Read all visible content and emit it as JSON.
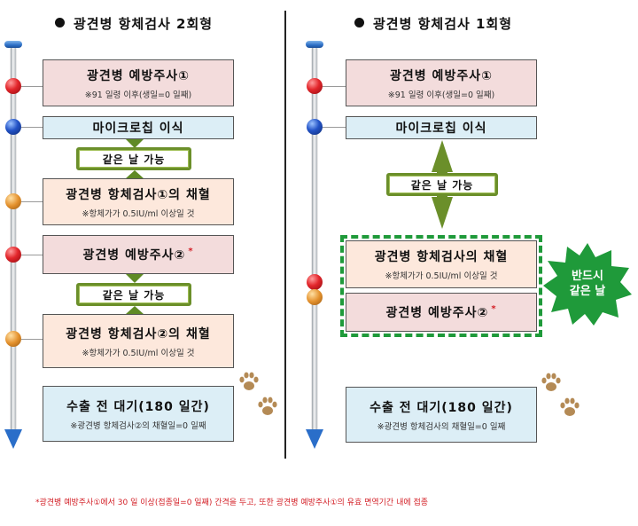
{
  "left": {
    "title": "광견병 항체검사 2회형",
    "steps": [
      {
        "title": "광견병 예방주사①",
        "sub": "※91 일령 이후(생일=0 일째)"
      },
      {
        "title": "마이크로칩 이식"
      },
      {
        "title": "광견병 항체검사①의 채혈",
        "sub": "※항체가가 0.5IU/ml 이상일 것"
      },
      {
        "title": "광견병 예방주사②",
        "star": "*"
      },
      {
        "title": "광견병 항체검사②의 채혈",
        "sub": "※항체가가 0.5IU/ml 이상일 것"
      },
      {
        "title": "수출 전 대기(180 일간)",
        "sub": "※광견병 항체검사②의 채혈일=0 일째"
      }
    ],
    "pill_1": "같은 날 가능",
    "pill_2": "같은 날 가능"
  },
  "right": {
    "title": "광견병 항체검사 1회형",
    "steps": [
      {
        "title": "광견병 예방주사①",
        "sub": "※91 일령 이후(생일=0 일째)"
      },
      {
        "title": "마이크로칩 이식"
      },
      {
        "title": "광견병 항체검사의 채혈",
        "sub": "※항체가가 0.5IU/ml 이상일 것"
      },
      {
        "title": "광견병 예방주사②",
        "star": "*"
      },
      {
        "title": "수출 전 대기(180 일간)",
        "sub": "※광견병 항체검사의 채혈일=0 일째"
      }
    ],
    "pill": "같은 날 가능",
    "badge": [
      "반드시",
      "같은 날"
    ]
  },
  "footnote": {
    "star": "*",
    "text": "광견병 예방주사①에서 30 일 이상(접종일=0 일째) 간격을 두고, 또한 광견병 예방주사①의 유효 면역기간 내에 접종"
  },
  "colors": {
    "green_dashed": "#1f9a3a",
    "badge_green": "#1f9a3a",
    "pill_border": "#6b8f2a",
    "arrow_blue": "#2a6ec9",
    "footnote_red": "#d31f26"
  },
  "icons": [
    "paw-print-icon"
  ]
}
